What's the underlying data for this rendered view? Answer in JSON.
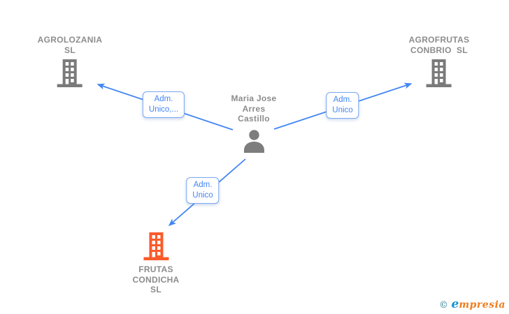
{
  "nodes": {
    "agrolozania": {
      "label": "AGROLOZANIA\nSL",
      "type": "company"
    },
    "agrofrutas": {
      "label": "AGROFRUTAS\nCONBRIO  SL",
      "type": "company"
    },
    "person": {
      "label": "Maria Jose\nArres\nCastillo",
      "type": "person"
    },
    "frutas": {
      "label": "FRUTAS\nCONDICHA\nSL",
      "type": "company-highlighted"
    }
  },
  "edges": {
    "left": {
      "label": "Adm.\nUnico,..."
    },
    "right": {
      "label": "Adm.\nUnico"
    },
    "bottom": {
      "label": "Adm.\nUnico"
    }
  },
  "footer": {
    "copyright": "©",
    "brand_initial": "e",
    "brand_rest": "mpresia"
  },
  "colors": {
    "edge_blue": "#4285f4",
    "edge_label_border": "#7ba7f3",
    "node_text_gray": "#8c8c8c",
    "building_gray": "#7a7a7a",
    "person_gray": "#7d7d7d",
    "building_orange": "#fa5b2b",
    "brand_teal": "#2e7d95",
    "brand_blue": "#1593d1",
    "brand_orange": "#ef7c1f"
  }
}
